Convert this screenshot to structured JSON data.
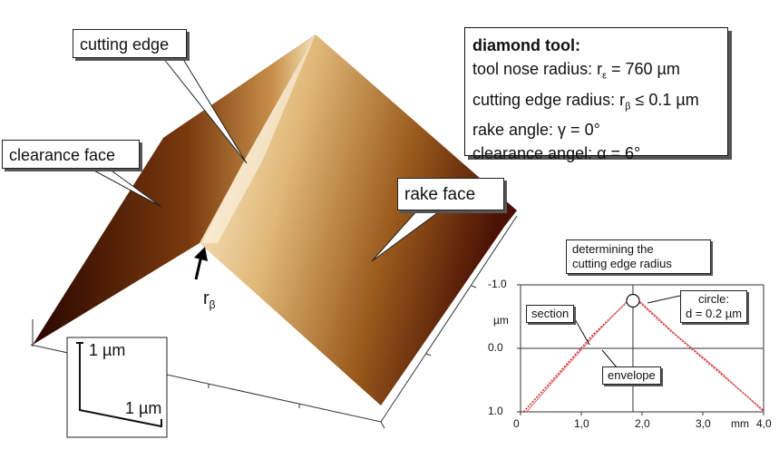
{
  "callouts": {
    "cutting_edge": "cutting edge",
    "clearance_face": "clearance face",
    "rake_face": "rake face",
    "r_beta": "r",
    "r_beta_sub": "β"
  },
  "scale": {
    "vertical": "1 µm",
    "horizontal": "1 µm"
  },
  "info": {
    "title": "diamond tool:",
    "nose_pre": "tool nose radius: r",
    "nose_sub": "ε",
    "nose_post": " = 760 µm",
    "edge_pre": "cutting edge radius: r",
    "edge_sub": "β",
    "edge_op": "≤",
    "edge_post": " 0.1 µm",
    "rake": "rake angle: γ = 0°",
    "clearance": "clearance angel: α = 6°"
  },
  "chart_labels": {
    "title_line1": "determining the",
    "title_line2": "cutting edge radius",
    "section": "section",
    "envelope": "envelope",
    "circle_line1": "circle:",
    "circle_line2": "d = 0.2 µm",
    "yunit": "µm",
    "xunit": "mm"
  },
  "colors": {
    "dark": "#3a0a02",
    "mid": "#8a4a14",
    "light": "#e8c890",
    "bright": "#fff6e0",
    "profile": "#d04040"
  },
  "chart_data": {
    "type": "line",
    "title": "determining the cutting edge radius",
    "xlabel": "mm",
    "ylabel": "µm",
    "xlim": [
      0,
      4.0
    ],
    "ylim": [
      1.0,
      -1.0
    ],
    "xticks": [
      "0",
      "1,0",
      "2,0",
      "3,0",
      "4,0"
    ],
    "yticks": [
      "-1.0",
      "0.0",
      "1.0"
    ],
    "series": [
      {
        "name": "section",
        "x": [
          0.05,
          0.6,
          1.2,
          1.85,
          2.5,
          3.2,
          4.0
        ],
        "y": [
          1.0,
          0.42,
          -0.22,
          -0.82,
          -0.25,
          0.32,
          0.98
        ]
      },
      {
        "name": "envelope",
        "x": [
          0.1,
          0.65,
          1.25,
          1.85,
          2.55,
          3.25,
          4.0
        ],
        "y": [
          1.0,
          0.4,
          -0.24,
          -0.84,
          -0.22,
          0.34,
          1.0
        ]
      }
    ],
    "circle": {
      "x": 1.85,
      "y": -0.75,
      "label": "d = 0.2 µm"
    }
  }
}
